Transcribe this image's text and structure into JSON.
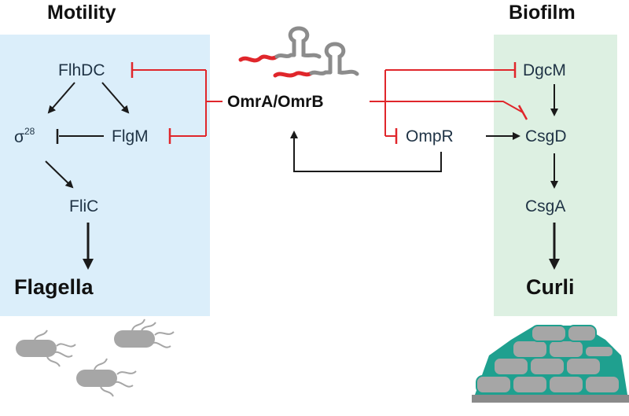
{
  "headings": {
    "motility": "Motility",
    "biofilm": "Biofilm"
  },
  "nodes": {
    "flhdc": "FlhDC",
    "sigma": "σ",
    "sigma_sup": "28",
    "flgm": "FlgM",
    "flic": "FliC",
    "flagella": "Flagella",
    "omr": "OmrA/OmrB",
    "ompr": "OmpR",
    "dgcm": "DgcM",
    "csgd": "CsgD",
    "csga": "CsgA",
    "curli": "Curli"
  },
  "colors": {
    "motility_panel": "#dbeefa",
    "biofilm_panel": "#ddf0e2",
    "repression": "#e0262b",
    "activation": "#1a1a1a",
    "srna_body": "#8c8c8c",
    "srna_pairing": "#e0262b",
    "cell": "#a6a6a6",
    "biofilm_matrix": "#1fa08f"
  },
  "icons": [
    "srna-hairpin-icon",
    "bacterium-icon",
    "biofilm-icon"
  ]
}
